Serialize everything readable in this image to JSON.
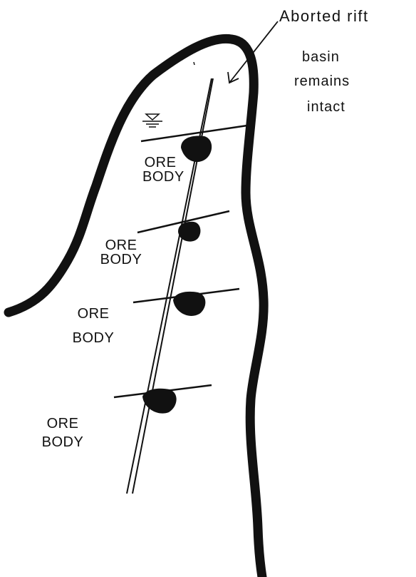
{
  "title": "Aborted rift",
  "caption_lines": [
    "basin",
    "remains",
    "intact"
  ],
  "ore_label": {
    "line1": "ORE",
    "line2": "BODY"
  },
  "ore_bodies": [
    {
      "id": "ore-body-1",
      "line1": "ORE",
      "line2": "BODY"
    },
    {
      "id": "ore-body-2",
      "line1": "ORE",
      "line2": "BODY"
    },
    {
      "id": "ore-body-3",
      "line1": "ORE",
      "line2": "BODY"
    },
    {
      "id": "ore-body-4",
      "line1": "ORE",
      "line2": "BODY"
    }
  ],
  "colors": {
    "ink": "#111111",
    "background": "#ffffff"
  },
  "icons": [
    "water-table-icon",
    "arrow-icon"
  ]
}
